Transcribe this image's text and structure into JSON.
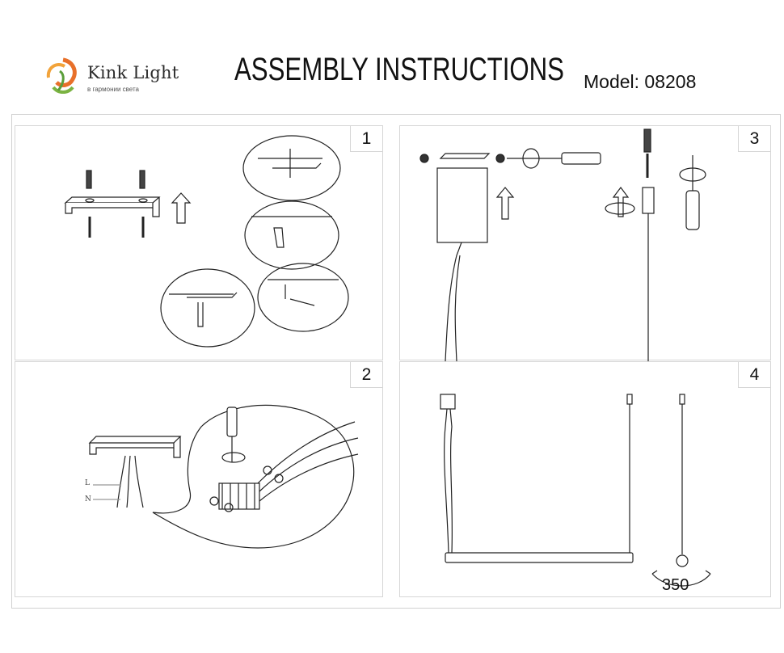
{
  "header": {
    "brand": "Kink Light",
    "tagline": "в гармонии света",
    "title": "ASSEMBLY INSTRUCTIONS",
    "model": "Model: 08208"
  },
  "steps": [
    {
      "number": "1"
    },
    {
      "number": "2"
    },
    {
      "number": "3"
    },
    {
      "number": "4"
    }
  ],
  "wiring": {
    "line_label": "L",
    "neutral_label": "N"
  },
  "rotation_dimension": "350",
  "colors": {
    "brand_orange": "#e8702a",
    "brand_green": "#7bb342",
    "line": "#222222",
    "panel_border": "#d6d6d6"
  }
}
